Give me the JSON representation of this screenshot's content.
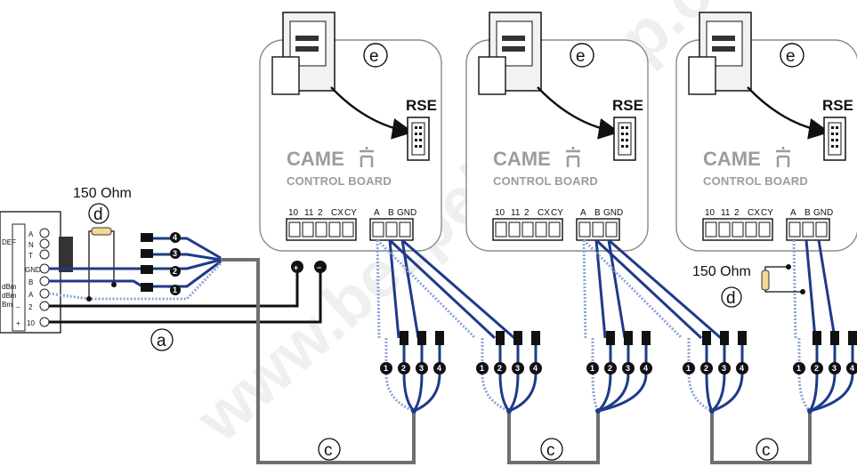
{
  "boards": [
    {
      "device_letter": "e",
      "socket_label": "RSE",
      "brand": "CAME",
      "subtitle": "CONTROL BOARD",
      "left_terminals": [
        "10",
        "11",
        "2",
        "CX",
        "CY"
      ],
      "bus_terminals": [
        "A",
        "B",
        "GND"
      ]
    },
    {
      "device_letter": "e",
      "socket_label": "RSE",
      "brand": "CAME",
      "subtitle": "CONTROL BOARD",
      "left_terminals": [
        "10",
        "11",
        "2",
        "CX",
        "CY"
      ],
      "bus_terminals": [
        "A",
        "B",
        "GND"
      ]
    },
    {
      "device_letter": "e",
      "socket_label": "RSE",
      "brand": "CAME",
      "subtitle": "CONTROL BOARD",
      "left_terminals": [
        "10",
        "11",
        "2",
        "CX",
        "CY"
      ],
      "bus_terminals": [
        "A",
        "B",
        "GND"
      ]
    }
  ],
  "resistor_left": {
    "value": "150 Ohm",
    "letter": "d"
  },
  "resistor_right": {
    "value": "150 Ohm",
    "letter": "d"
  },
  "cable_letter": "c",
  "power_cable_letter": "a",
  "polarity": {
    "plus": "+",
    "minus": "−"
  },
  "conductor_numbers": [
    "1",
    "2",
    "3",
    "4"
  ],
  "left_module": {
    "top_letters": [
      "A",
      "N",
      "T"
    ],
    "terminals": [
      "GND",
      "B",
      "A",
      "−",
      "+"
    ],
    "terminal_numbers": [
      "2",
      "10"
    ],
    "partial_labels": [
      "DEF",
      "dBm",
      "dBm",
      "Bm"
    ]
  },
  "watermark": "www.bezpeka-shop.com",
  "colors": {
    "cable_blue": "#1e3a8a",
    "cable_gray": "#6f6f6f",
    "board_outline": "#8a8a8a",
    "brand_gray": "#9c9c9c"
  }
}
